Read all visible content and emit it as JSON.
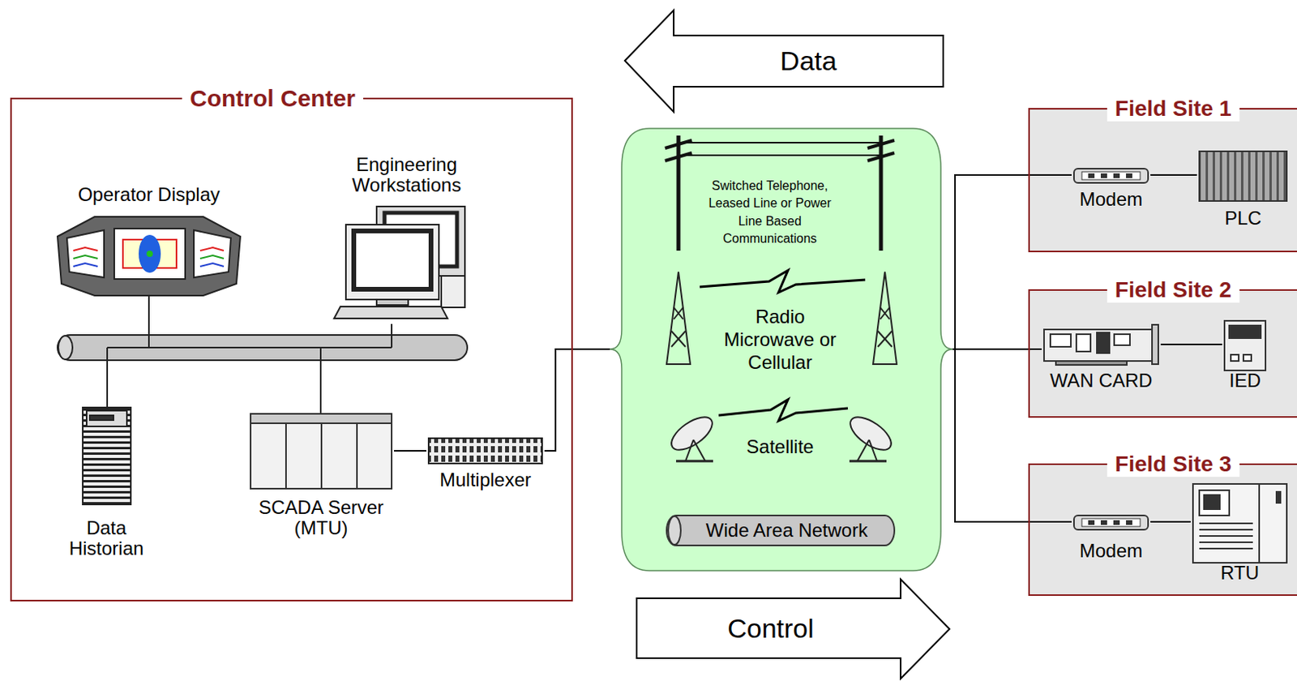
{
  "diagram": {
    "nodes": [
      {
        "text": [
          "Data"
        ]
      },
      {
        "text": [
          "Control Center"
        ]
      },
      {
        "text": [
          "Operator Display"
        ],
        "in": 1
      },
      {
        "text": [
          "Engineering Workstations"
        ],
        "in": 1
      },
      {
        "text": [
          "Data Historian"
        ],
        "in": 1
      },
      {
        "text": [
          "SCADA Server (MTU)"
        ],
        "in": 1
      },
      {
        "text": [
          "Multiplexer"
        ],
        "in": 1
      },
      {
        "text": [
          "Switched Telephone, Leased Line or Power Line Based Communications",
          "Radio Microwave or Cellular",
          "Satellite"
        ]
      },
      {
        "text": [
          "Wide Area Network"
        ],
        "in": 7
      },
      {
        "text": [
          "Field Site 1"
        ]
      },
      {
        "text": [
          "Modem"
        ],
        "in": 9
      },
      {
        "text": [
          "PLC"
        ],
        "in": 9
      },
      {
        "text": [
          "Field Site 2"
        ]
      },
      {
        "text": [
          "WAN CARD"
        ],
        "in": 12
      },
      {
        "text": [
          "IED"
        ],
        "in": 12
      },
      {
        "text": [
          "Field Site 3"
        ]
      },
      {
        "text": [
          "Modem"
        ],
        "in": 15
      },
      {
        "text": [
          "RTU"
        ],
        "in": 15
      },
      {
        "text": [
          "Control"
        ]
      }
    ],
    "edges": [
      {
        "from": 5,
        "to": 6,
        "arrow": "none"
      },
      {
        "from": 6,
        "to": 7,
        "arrow": "none"
      },
      {
        "from": 7,
        "to": 10,
        "arrow": "none"
      },
      {
        "from": 7,
        "to": 13,
        "arrow": "none"
      },
      {
        "from": 7,
        "to": 16,
        "arrow": "none"
      },
      {
        "from": 10,
        "to": 11,
        "arrow": "none"
      },
      {
        "from": 13,
        "to": 14,
        "arrow": "none"
      },
      {
        "from": 16,
        "to": 17,
        "arrow": "none"
      }
    ]
  }
}
